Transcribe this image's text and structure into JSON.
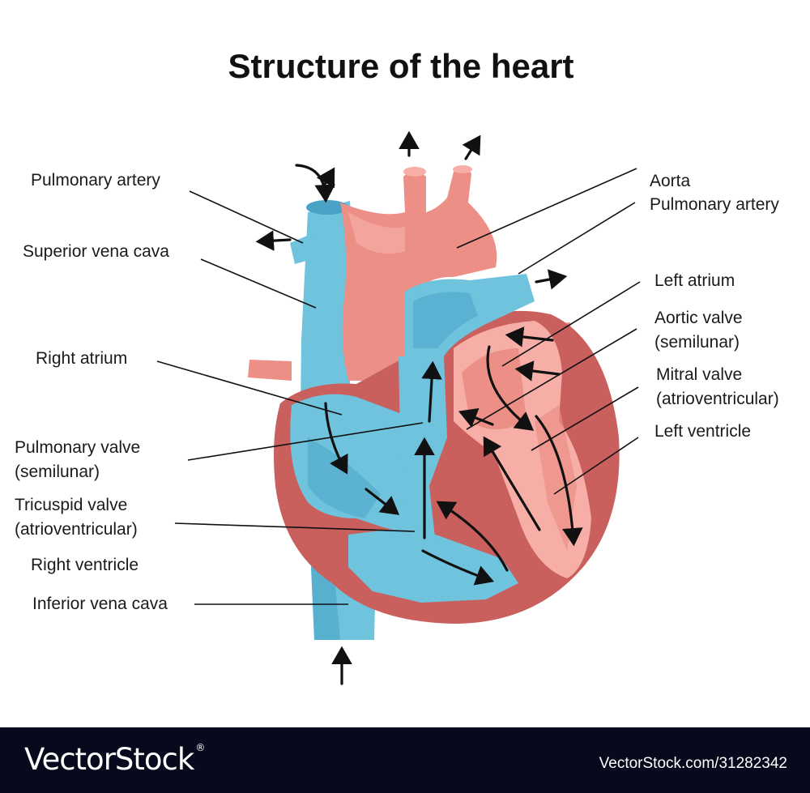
{
  "title": "Structure of the heart",
  "labels": {
    "pulmonary_artery_left": "Pulmonary artery",
    "superior_vena_cava": "Superior vena cava",
    "right_atrium": "Right atrium",
    "pulmonary_valve": [
      "Pulmonary valve",
      "(semilunar)"
    ],
    "tricuspid_valve": [
      "Tricuspid valve",
      "(atrioventricular)"
    ],
    "right_ventricle": "Right ventricle",
    "inferior_vena_cava": "Inferior vena cava",
    "aorta": "Aorta",
    "pulmonary_artery_right": "Pulmonary artery",
    "left_atrium": "Left atrium",
    "aortic_valve": [
      "Aortic valve",
      "(semilunar)"
    ],
    "mitral_valve": [
      "Mitral valve",
      "(atrioventricular)"
    ],
    "left_ventricle": "Left ventricle"
  },
  "footer": {
    "brand": "VectorStock",
    "brand_mark": "®",
    "stock_id": "VectorStock.com/31282342"
  },
  "colors": {
    "deoxygenated_blue": "#6fc3dd",
    "blue_dark": "#4aa3c6",
    "oxygenated_pink": "#ec8f86",
    "pink_light": "#f6aea6",
    "muscle_wall": "#c9605e",
    "footer_bg": "#070a1c"
  }
}
